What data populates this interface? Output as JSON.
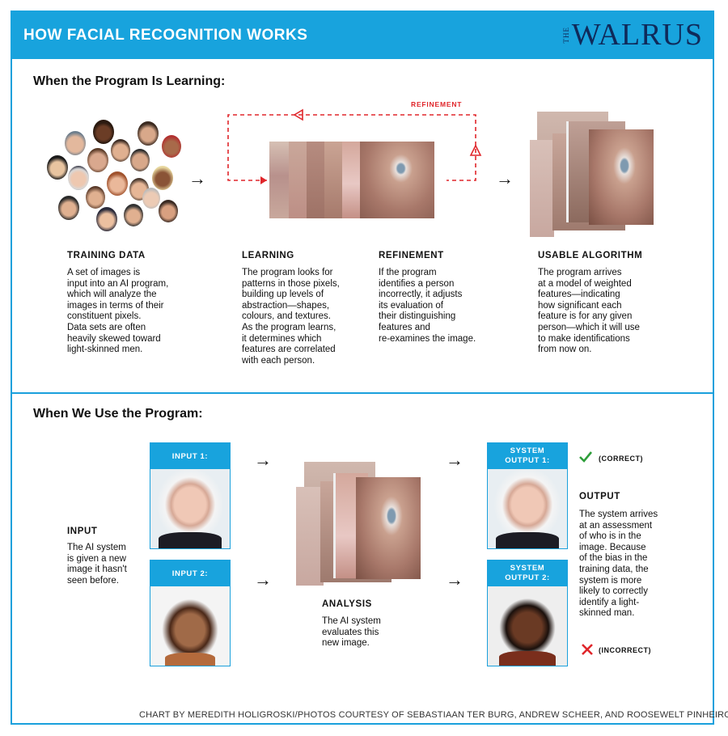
{
  "header": {
    "title": "HOW FACIAL RECOGNITION WORKS",
    "logo_prefix": "THE",
    "logo_name": "WALRUS"
  },
  "learning_section": {
    "title": "When the Program Is Learning:",
    "refinement_loop_label": "REFINEMENT",
    "steps": [
      {
        "label": "TRAINING DATA",
        "text": "A set of images is\ninput into an AI program,\nwhich will analyze the\nimages in terms of their\nconstituent pixels.\nData sets are often\nheavily skewed toward\nlight-skinned men."
      },
      {
        "label": "LEARNING",
        "text": "The program looks for\npatterns in those pixels,\nbuilding up levels of\nabstraction—shapes,\ncolours, and textures.\nAs the program learns,\nit determines which\nfeatures are correlated\nwith each person."
      },
      {
        "label": "REFINEMENT",
        "text": "If the program\nidentifies a person\nincorrectly, it adjusts\nits evaluation of\ntheir distinguishing\nfeatures and\nre-examines the image."
      },
      {
        "label": "USABLE ALGORITHM",
        "text": "The program arrives\nat a model of weighted\nfeatures—indicating\nhow significant each\nfeature is for any given\nperson—which it will use\nto make identifications\nfrom now on."
      }
    ]
  },
  "use_section": {
    "title": "When We Use the Program:",
    "input": {
      "label": "INPUT",
      "text": "The AI system\nis given a new\nimage it hasn't\nseen before."
    },
    "input_cards": [
      {
        "label": "INPUT 1:"
      },
      {
        "label": "INPUT 2:"
      }
    ],
    "analysis": {
      "label": "ANALYSIS",
      "text": "The AI system\nevaluates this\nnew image."
    },
    "output_cards": [
      {
        "label": "SYSTEM\nOUTPUT 1:",
        "result": "(CORRECT)"
      },
      {
        "label": "SYSTEM\nOUTPUT 2:",
        "result": "(INCORRECT)"
      }
    ],
    "output": {
      "label": "OUTPUT",
      "text": "The system arrives\nat an assessment\nof who is in the\nimage. Because\nof the bias in the\ntraining data, the\nsystem is more\nlikely to correctly\nidentify a light-\nskinned man."
    }
  },
  "credit": "CHART BY MEREDITH HOLIGROSKI/PHOTOS COURTESY OF SEBASTIAAN TER BURG, ANDREW SCHEER, AND ROOSEWELT PINHEIRO",
  "colors": {
    "accent": "#18a3dd",
    "refinement": "#e0262b",
    "correct": "#2e9e3a",
    "incorrect": "#e0262b"
  },
  "icons": [
    "arrow-right-icon",
    "check-icon",
    "cross-icon"
  ]
}
